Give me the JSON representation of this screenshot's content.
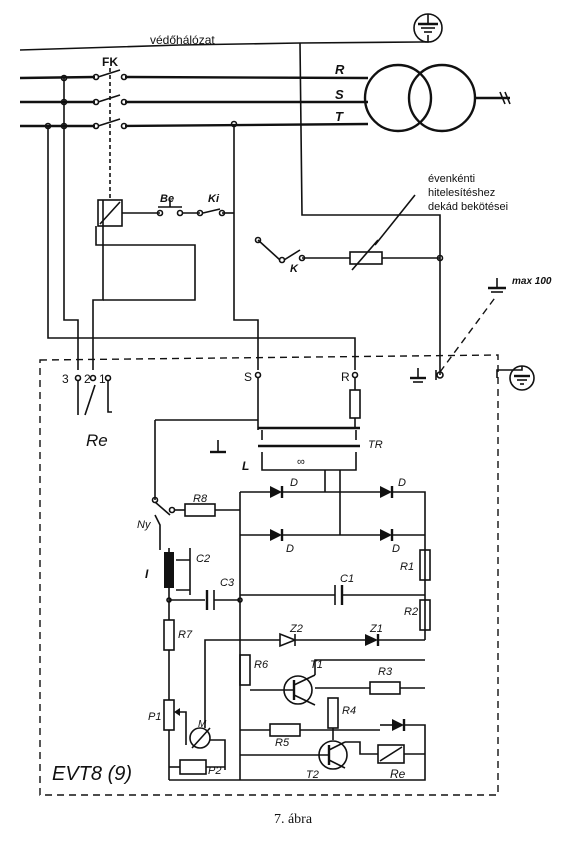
{
  "caption": "7. ábra",
  "network": {
    "protective_network": "védőhálózat",
    "phase_r": "R",
    "phase_s": "S",
    "phase_t": "T",
    "fk": "FK",
    "be": "Be",
    "ki": "Ki",
    "k": "K"
  },
  "annotation": {
    "line1": "évenkénti",
    "line2": "hitelesítéshez",
    "line3": "dekád bekötései",
    "max": "max 100"
  },
  "device": {
    "name": "EVT8 (9)",
    "terminal_3": "3",
    "terminal_2": "2",
    "terminal_1": "1",
    "terminal_s": "S",
    "terminal_r": "R",
    "re": "Re",
    "tr": "TR",
    "l": "L"
  },
  "components": {
    "r8": "R8",
    "ny": "Ny",
    "d1": "D",
    "d2": "D",
    "d3": "D",
    "d4": "D",
    "i": "I",
    "c2": "C2",
    "c3": "C3",
    "c1": "C1",
    "r1": "R1",
    "r2": "R2",
    "r7": "R7",
    "z2": "Z2",
    "z1": "Z1",
    "r6": "R6",
    "t1": "T1",
    "r3": "R3",
    "r4": "R4",
    "r5": "R5",
    "p1": "P1",
    "m": "M",
    "p2": "P2",
    "t2": "T2",
    "re2": "Re"
  }
}
